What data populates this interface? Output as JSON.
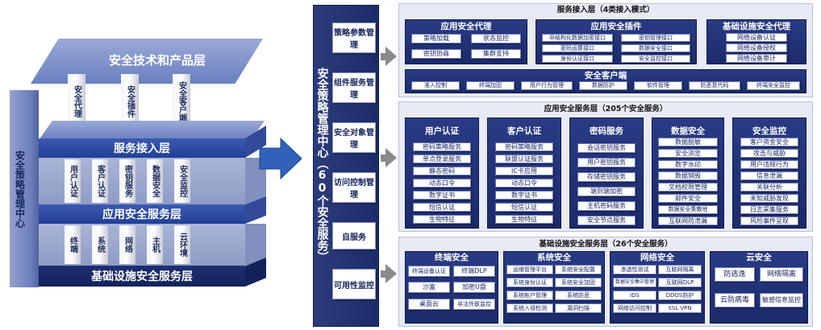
{
  "left_stack": {
    "top_layer": "安全技术和产品层",
    "service_layer": "服务接入层",
    "app_layer": "应用安全服务层",
    "base_layer": "基础设施安全服务层",
    "side_label": "安全策略管理中心",
    "top_columns": [
      "安全代理",
      "安全插件",
      "安全客户端"
    ],
    "service_columns": [
      "用户认证",
      "客户认证",
      "密钥服务",
      "数据安全",
      "安全监控"
    ],
    "base_columns": [
      "终端",
      "系统",
      "网络",
      "主机",
      "云环境"
    ]
  },
  "mgmt": {
    "title": "安全策略管理中心（60个安全服务）",
    "buttons": [
      "策略参数管理",
      "组件服务管理",
      "安全对象管理",
      "访问控制管理",
      "自服务",
      "可用性监控"
    ]
  },
  "access_layer": {
    "title": "服务接入层（4类接入模式）",
    "app_proxy": {
      "title": "应用安全代理",
      "items": [
        "策略加载",
        "状态监控",
        "密钥协商",
        "集群支持"
      ]
    },
    "app_plugin": {
      "title": "应用安全插件",
      "items": [
        "非结构化数据加密接口",
        "密钥管理接口",
        "密码运算接口",
        "数据安全接口",
        "身份认证接口",
        "安全监控接口"
      ]
    },
    "infra_proxy": {
      "title": "基础设施安全代理",
      "items": [
        "网络设备认证",
        "网络设备授权",
        "网络设备审计"
      ]
    },
    "client": {
      "title": "安全客户端",
      "items": [
        "准入控制",
        "终端加固",
        "用户行为管理",
        "数据防护",
        "软件管理",
        "防恶意代码",
        "终端安全监控"
      ]
    }
  },
  "app_service_layer": {
    "title": "应用安全服务层（205个安全服务）",
    "groups": [
      {
        "title": "用户认证",
        "items": [
          "密码策略服务",
          "单点登录服务",
          "静态密码",
          "动态口令",
          "数字证书",
          "短信认证",
          "生物特征"
        ]
      },
      {
        "title": "客户认证",
        "items": [
          "密码策略服务",
          "联盟认证服务",
          "IC卡应用",
          "动态口令",
          "数字证书",
          "短信认证",
          "生物特征"
        ]
      },
      {
        "title": "密码服务",
        "items": [
          "会话密钥服务",
          "用户密钥服务",
          "存储密钥服务",
          "端到端加密",
          "主机密码服务",
          "安全节点服务"
        ]
      },
      {
        "title": "数据安全",
        "items": [
          "数据脱敏",
          "安全浏览",
          "数字水印",
          "数据销毁",
          "文档权限管理",
          "邮件安全",
          "数据安全集散地",
          "互联网防泄漏"
        ]
      },
      {
        "title": "安全监控",
        "items": [
          "客户资金安全",
          "攻击与威胁",
          "用户违规行为",
          "信息泄漏",
          "关联分析",
          "未知威胁发现",
          "日志采集服务",
          "风险事件呈现"
        ]
      }
    ]
  },
  "infra_layer": {
    "title": "基础设施安全服务层（26个安全服务）",
    "groups": [
      {
        "title": "终端安全",
        "items": [
          "终端设备认证",
          "终端DLP",
          "沙盒",
          "加密U盘",
          "桌面云",
          "非法外联监控"
        ]
      },
      {
        "title": "系统安全",
        "items": [
          "运维管理平台",
          "系统安全配置",
          "系统身份认证",
          "系统安全加固",
          "系统帐户管理",
          "系统防恶",
          "系统入侵检测",
          "漏洞扫描"
        ]
      },
      {
        "title": "网络安全",
        "items": [
          "渗透性测试",
          "互联网隔离",
          "数据安全集中管理",
          "互联网DLP",
          "IDS",
          "DDOS防护",
          "网络访问控制",
          "SSL VPN"
        ]
      },
      {
        "title": "云安全",
        "items": [
          "防逃逸",
          "网络隔离",
          "云防病毒",
          "敏感信息监控"
        ]
      }
    ]
  }
}
